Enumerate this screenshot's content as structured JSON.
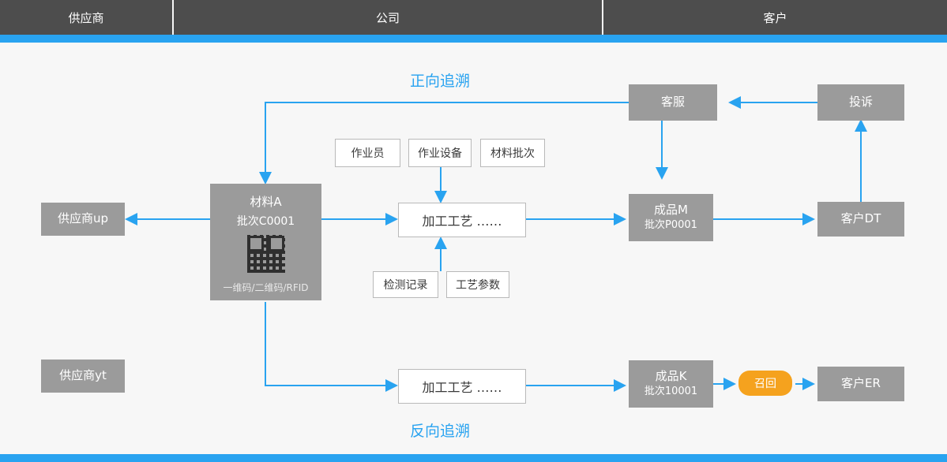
{
  "header": {
    "columns": [
      {
        "label": "供应商"
      },
      {
        "label": "公司"
      },
      {
        "label": "客户"
      }
    ]
  },
  "colors": {
    "header_bg": "#4d4d4d",
    "accent_blue": "#29a3f0",
    "box_gray": "#9b9b9b",
    "recall_orange": "#f5a21e",
    "canvas_bg": "#f7f7f7"
  },
  "labels": {
    "forward_trace": "正向追溯",
    "reverse_trace": "反向追溯"
  },
  "nodes": {
    "supplier_up": {
      "label": "供应商up"
    },
    "supplier_yt": {
      "label": "供应商yt"
    },
    "material_a": {
      "title": "材料A",
      "batch": "批次C0001",
      "code_types": "一维码/二维码/RFID",
      "qr_icon": "qr-code-icon"
    },
    "operator": {
      "label": "作业员"
    },
    "equipment": {
      "label": "作业设备"
    },
    "material_batch": {
      "label": "材料批次"
    },
    "process_top": {
      "label": "加工工艺  ……"
    },
    "inspection_record": {
      "label": "检测记录"
    },
    "process_params": {
      "label": "工艺参数"
    },
    "finished_m": {
      "title": "成品M",
      "batch": "批次P0001"
    },
    "customer_service": {
      "label": "客服"
    },
    "complaint": {
      "label": "投诉"
    },
    "customer_dt": {
      "label": "客户DT"
    },
    "process_bottom": {
      "label": "加工工艺  ……"
    },
    "finished_k": {
      "title": "成品K",
      "batch": "批次10001"
    },
    "recall": {
      "label": "召回"
    },
    "customer_er": {
      "label": "客户ER"
    }
  }
}
